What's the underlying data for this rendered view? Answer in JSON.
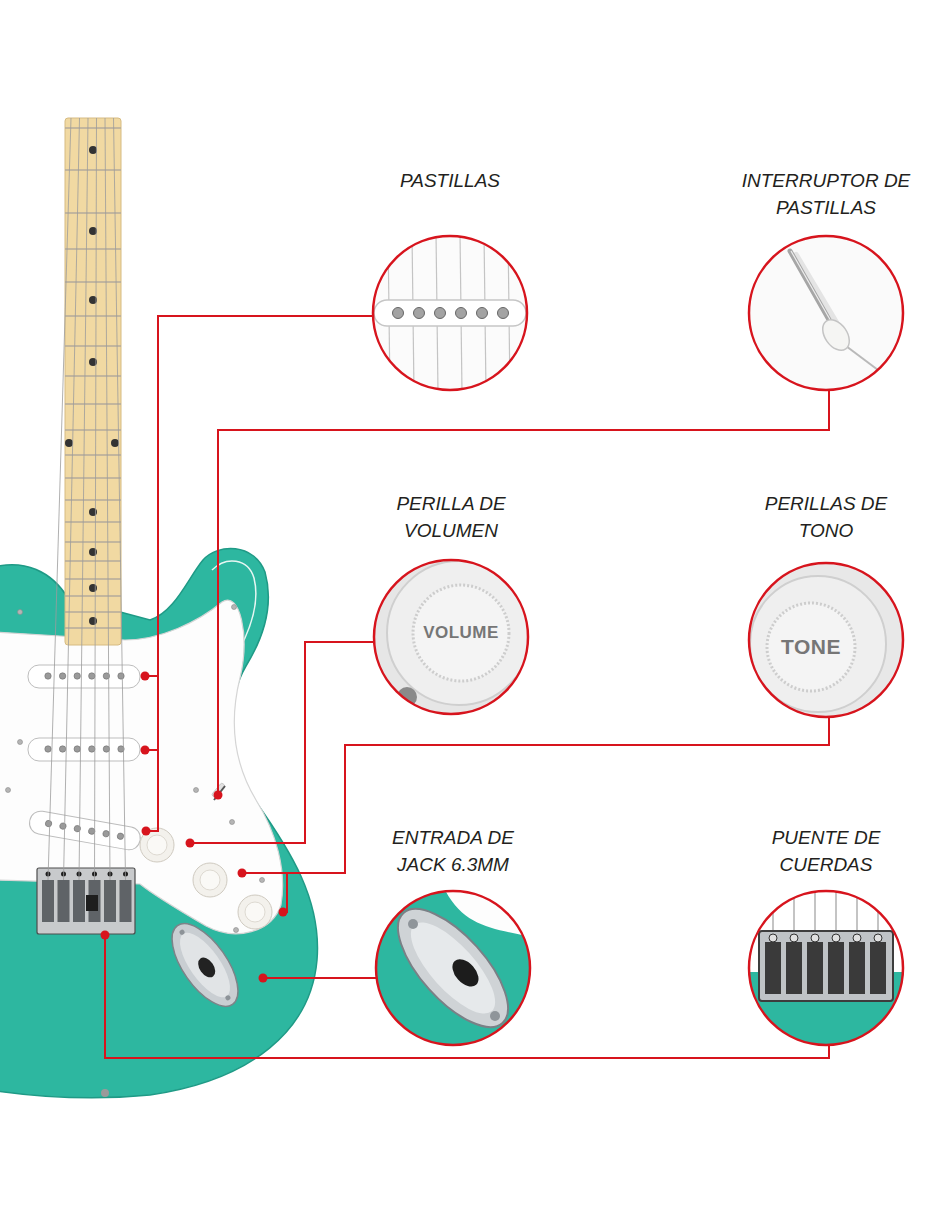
{
  "diagram": {
    "nodes": [
      {
        "text": [
          "PASTILLAS"
        ]
      },
      {
        "text": [
          "INTERRUPTOR DE PASTILLAS"
        ]
      },
      {
        "text": [
          "PERILLA DE VOLUMEN"
        ]
      },
      {
        "text": [
          "PERILLAS DE TONO"
        ]
      },
      {
        "text": [
          "ENTRADA DE JACK 6.3MM"
        ]
      },
      {
        "text": [
          "PUENTE DE CUERDAS"
        ]
      }
    ],
    "labels": [
      "VOLUME",
      "TONE"
    ]
  }
}
